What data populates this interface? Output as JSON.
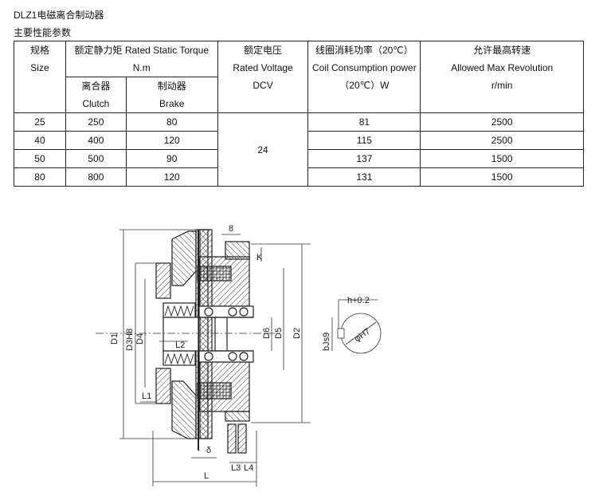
{
  "title": "DLZ1电磁离合制动器",
  "subtitle": "主要性能参数",
  "table": {
    "headers": {
      "size": [
        "规格",
        "Size"
      ],
      "torque": [
        "额定静力矩 Rated Static Torque",
        "N.m"
      ],
      "clutch": [
        "离合器",
        "Clutch"
      ],
      "brake": [
        "制动器",
        "Brake"
      ],
      "voltage": [
        "额定电压",
        "Rated Voltage",
        "DCV"
      ],
      "power": [
        "线圈消耗功率（20℃）",
        "Coil Consumption power",
        "（20℃）W"
      ],
      "revolution": [
        "允许最高转速",
        "Allowed Max Revolution",
        "r/min"
      ]
    },
    "voltage_value": "24",
    "rows": [
      {
        "size": "25",
        "clutch": "250",
        "brake": "80",
        "power": "81",
        "revolution": "2500"
      },
      {
        "size": "40",
        "clutch": "400",
        "brake": "120",
        "power": "115",
        "revolution": "2500"
      },
      {
        "size": "50",
        "clutch": "500",
        "brake": "90",
        "power": "137",
        "revolution": "1500"
      },
      {
        "size": "80",
        "clutch": "800",
        "brake": "120",
        "power": "131",
        "revolution": "1500"
      }
    ]
  },
  "diagram": {
    "labels": {
      "d1": "D1",
      "d3": "D3H8",
      "d4": "D4",
      "d6": "D6",
      "d5": "D5",
      "d2": "D2",
      "l1": "L1",
      "l2": "L2",
      "l3": "L3",
      "l4": "L4",
      "l": "L",
      "eight": "8",
      "k": "K",
      "delta": "δ",
      "h": "h+0.2",
      "b": "bJs9",
      "phi": "φH7"
    }
  }
}
